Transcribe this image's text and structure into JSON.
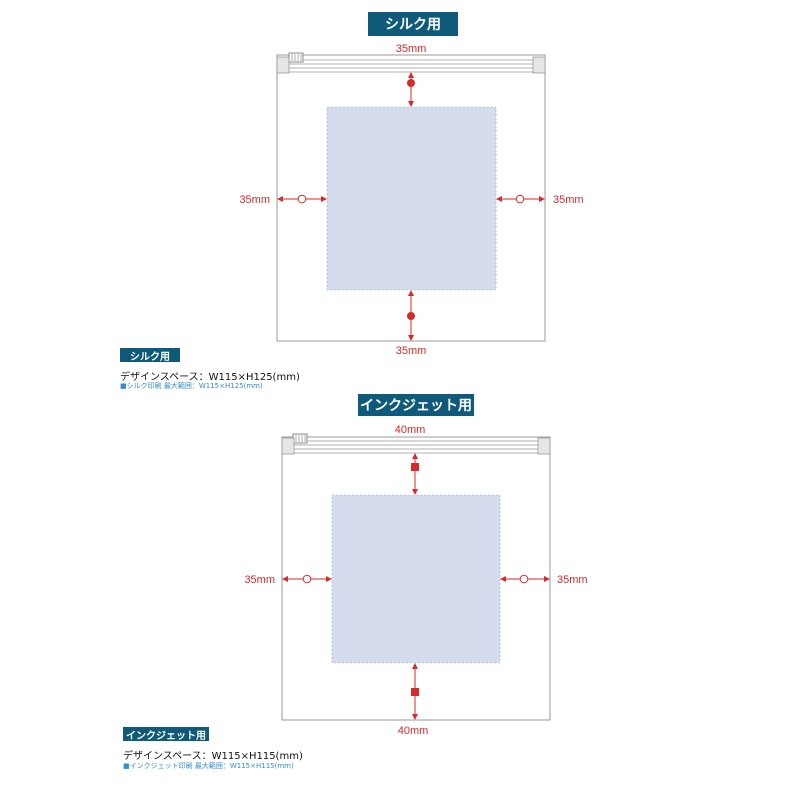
{
  "silk": {
    "title": "シルク用",
    "label": "シルク用",
    "design_space": "デザインスペース：W115×H125(mm)",
    "print_range": "■シルク印刷 最大範囲：W115×H125(mm)",
    "margins": {
      "top": "35mm",
      "left": "35mm",
      "right": "35mm",
      "bottom": "35mm"
    }
  },
  "inkjet": {
    "title": "インクジェット用",
    "label": "インクジェット用",
    "design_space": "デザインスペース：W115×H115(mm)",
    "print_range": "■インクジェット印刷 最大範囲：W115×H115(mm)",
    "margins": {
      "top": "40mm",
      "left": "35mm",
      "right": "35mm",
      "bottom": "40mm"
    }
  },
  "colors": {
    "banner": "#0f5a7a",
    "arrow": "#d62b2b",
    "print_area": "#d4dcee",
    "note": "#2f8fd0",
    "bag_outline": "#9a9a9a"
  }
}
